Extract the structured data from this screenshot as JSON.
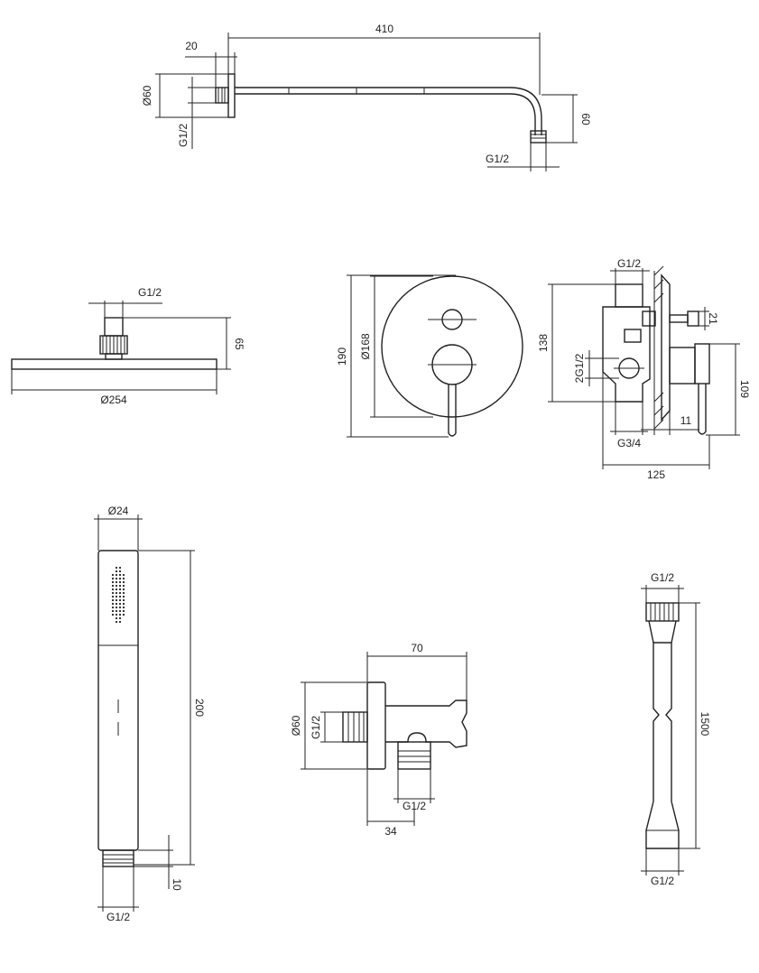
{
  "colors": {
    "line": "#222222",
    "background": "#ffffff"
  },
  "shower_arm": {
    "length": "410",
    "flange_depth": "20",
    "flange_diameter": "Ø60",
    "inlet_thread": "G1/2",
    "drop": "60",
    "outlet_thread": "G1/2"
  },
  "head_shower": {
    "thread": "G1/2",
    "height": "65",
    "diameter": "Ø254"
  },
  "mixer_front": {
    "plate_height": "190",
    "plate_diameter": "Ø168"
  },
  "mixer_side": {
    "top_thread": "G1/2",
    "body_height": "138",
    "side_thread": "2G1/2",
    "depth_21": "21",
    "handle_height": "109",
    "gap": "11",
    "bottom_thread": "G3/4",
    "total_depth": "125"
  },
  "hand_shower": {
    "diameter": "Ø24",
    "length": "200",
    "nut_height": "10",
    "thread": "G1/2"
  },
  "wall_outlet": {
    "depth": "70",
    "flange_diameter": "Ø60",
    "inlet_thread": "G1/2",
    "outlet_thread": "G1/2",
    "outlet_offset": "34"
  },
  "hose": {
    "top_thread": "G1/2",
    "length": "1500",
    "bottom_thread": "G1/2"
  }
}
